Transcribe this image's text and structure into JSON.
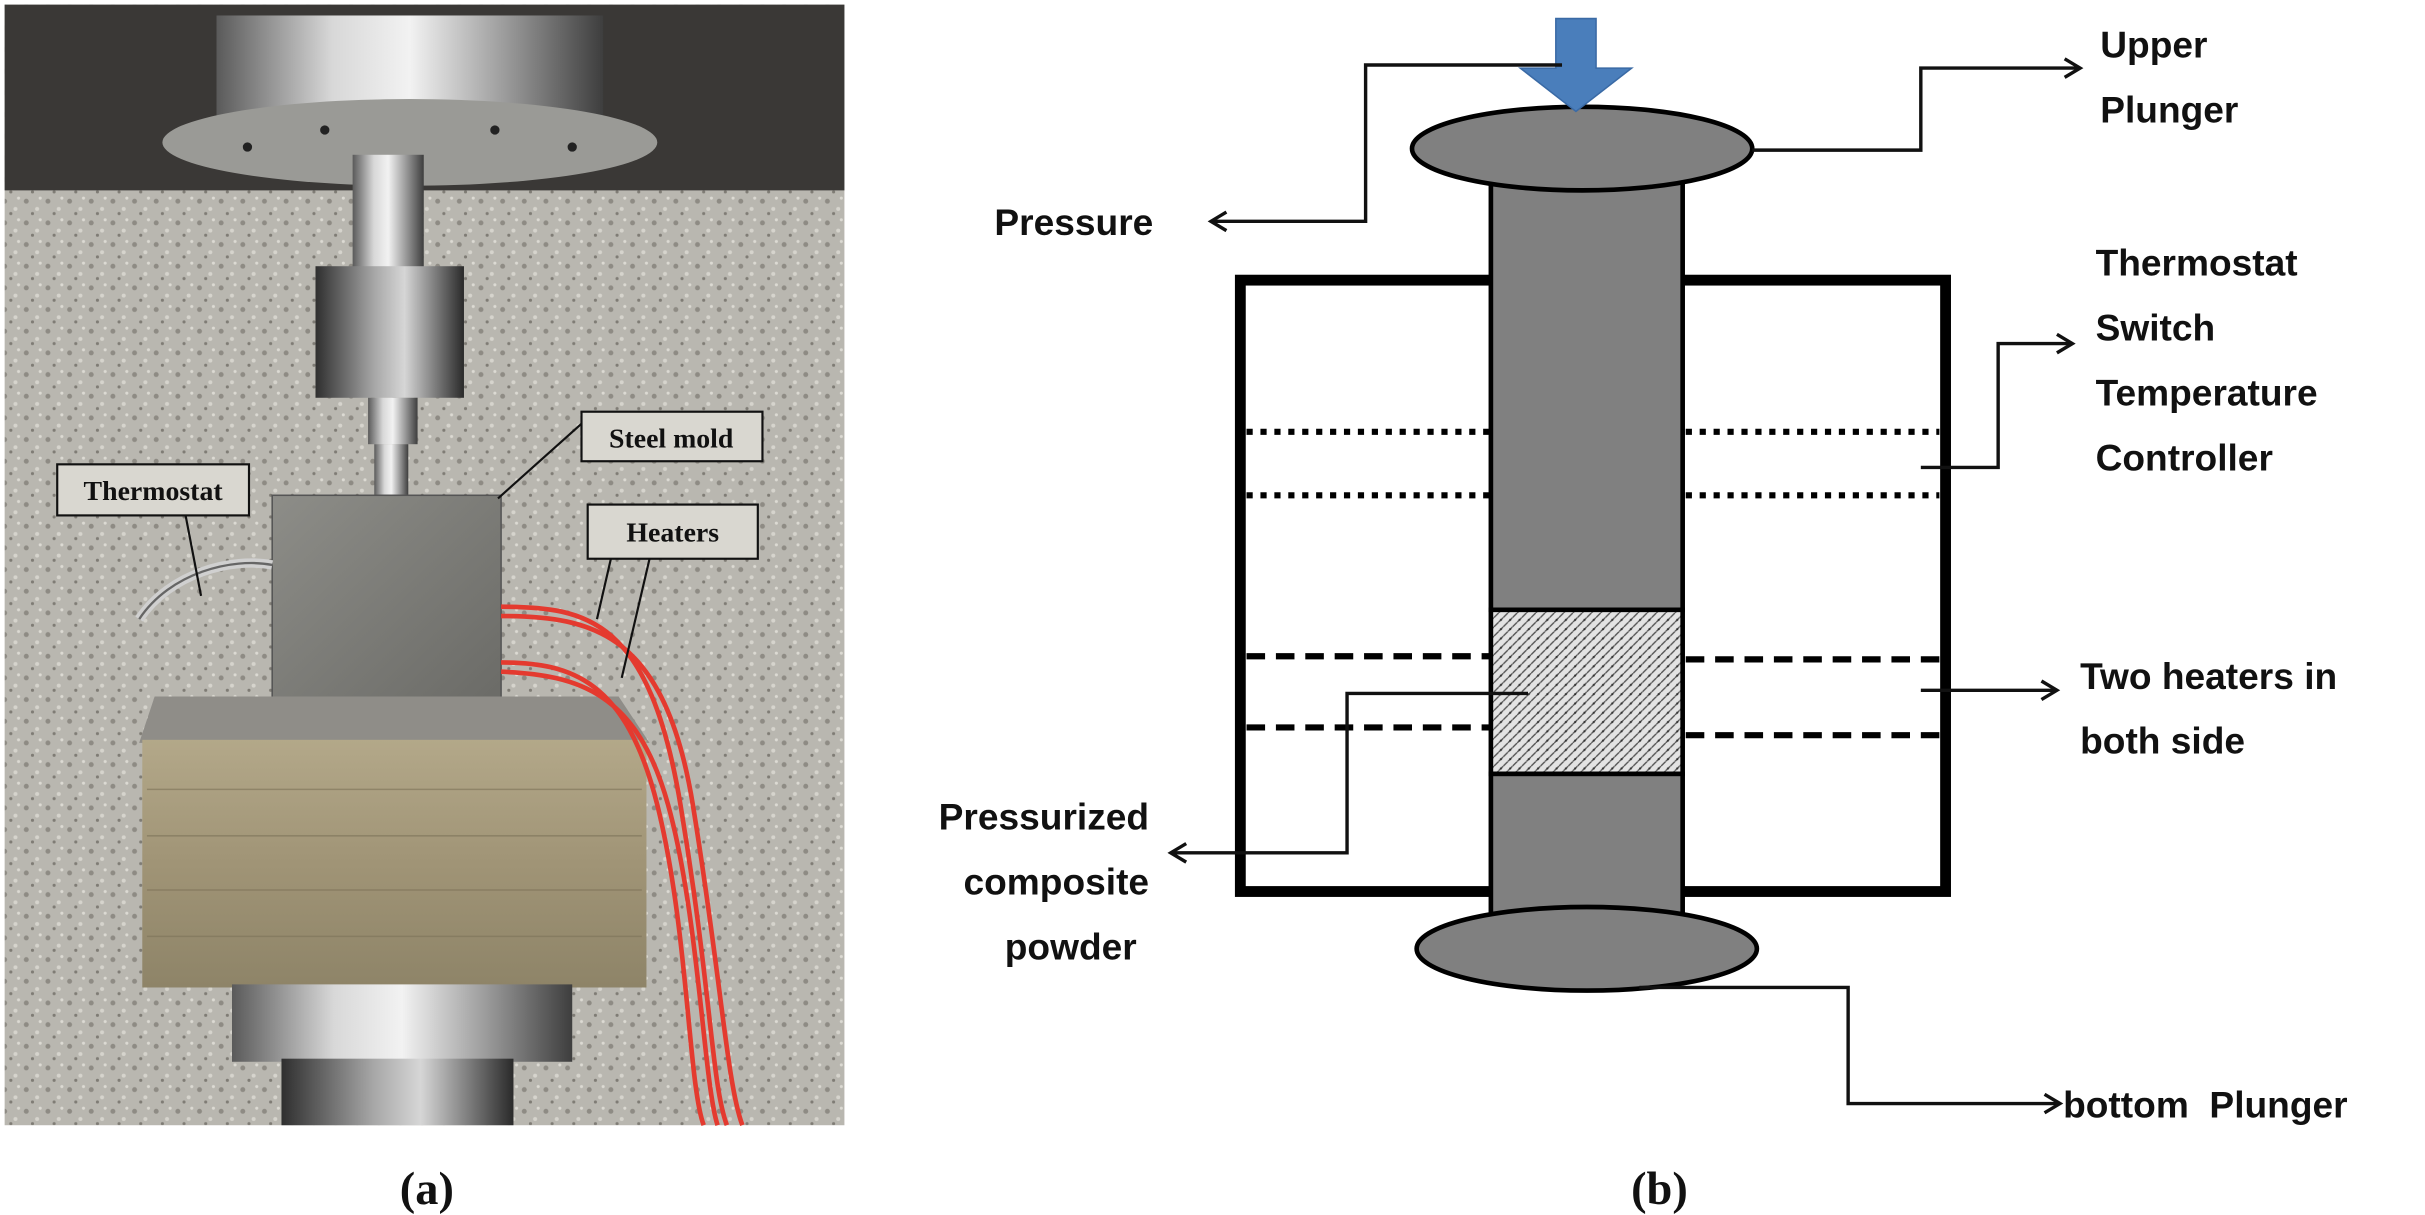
{
  "figure": {
    "panel_a": {
      "caption": "(a)",
      "labels": {
        "steel_mold": "Steel mold",
        "thermostat": "Thermostat",
        "heaters": "Heaters"
      }
    },
    "panel_b": {
      "caption": "(b)",
      "labels": {
        "pressure": "Pressure",
        "upper_plunger": [
          "Upper",
          "Plunger"
        ],
        "thermostat_switch": [
          "Thermostat",
          "Switch",
          "Temperature",
          "Controller"
        ],
        "two_heaters": [
          "Two heaters in",
          "both side"
        ],
        "composite_powder": [
          "Pressurized",
          "composite",
          "powder"
        ],
        "bottom_plunger": "bottom  Plunger"
      },
      "colors": {
        "pressure_arrow": "#4a7ebb",
        "plunger": "#808080",
        "powder": "#cfcfcf",
        "outline": "#000000"
      }
    }
  }
}
